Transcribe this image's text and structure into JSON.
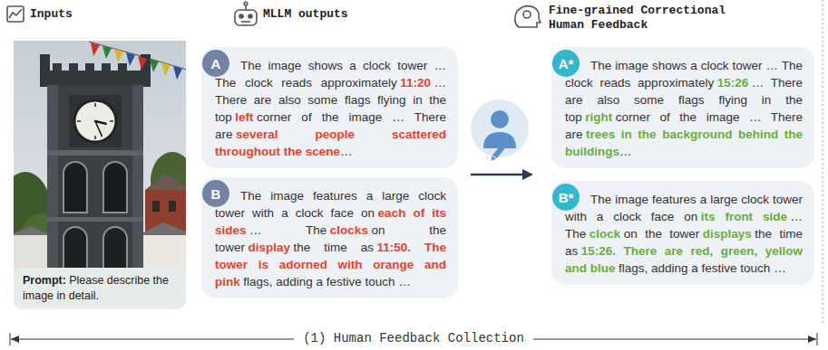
{
  "diagram": {
    "nodes": [
      {
        "text": [
          "Prompt:",
          "Please describe the image in detail."
        ]
      },
      {
        "text": [
          "The image shows a clock tower … The clock reads approximately",
          "11:20",
          "… There are also some flags flying in the top",
          "left",
          "corner of the image … There are",
          "several people scattered throughout the scene",
          "…"
        ]
      },
      {
        "text": [
          "A"
        ],
        "in": 1
      },
      {
        "text": [
          "The image features a large clock tower with a clock face on",
          "each of its sides",
          "… The",
          "clocks",
          "on the tower",
          "display",
          "the time as",
          "11:50. The tower is adorned with orange and pink",
          "flags, adding a festive touch …"
        ]
      },
      {
        "text": [
          "B"
        ],
        "in": 3
      },
      {
        "text": [
          "The image shows a clock tower … The clock reads approximately",
          "15:26",
          "… There are also some flags flying in the top",
          "right",
          "corner of the image … There are",
          "trees in the background behind the buildings",
          "…"
        ]
      },
      {
        "text": [
          "A*"
        ],
        "in": 5
      },
      {
        "text": [
          "The image features a large clock tower with a clock face on",
          "its front side",
          "… The",
          "clock",
          "on the tower",
          "displays",
          "the time as",
          "15:26. There are red, green, yellow and blue",
          "flags, adding a festive touch …"
        ]
      },
      {
        "text": [
          "B*"
        ],
        "in": 7
      }
    ],
    "labels": [
      "Inputs",
      "MLLM outputs",
      "Fine-grained Correctional Human Feedback",
      "(1) Human Feedback Collection"
    ]
  }
}
